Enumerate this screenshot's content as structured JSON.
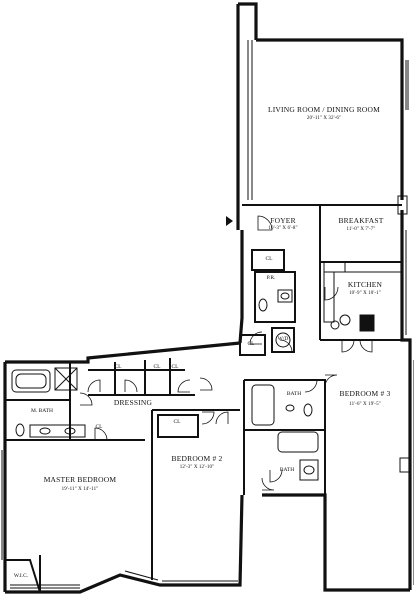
{
  "floor_plan": {
    "rooms": {
      "living_dining": {
        "name": "LIVING ROOM / DINING ROOM",
        "dims": "20'-11\" X 32'-6\""
      },
      "foyer": {
        "name": "FOYER",
        "dims": "10'-3\" X 6'-8\""
      },
      "breakfast": {
        "name": "BREAKFAST",
        "dims": "11'-0\" X 7'-7\""
      },
      "kitchen": {
        "name": "KITCHEN",
        "dims": "10'-9\" X 10'-1\""
      },
      "bedroom3": {
        "name": "BEDROOM # 3",
        "dims": "11'-6\" X 19'-5\""
      },
      "bedroom2": {
        "name": "BEDROOM # 2",
        "dims": "12'-3\" X 12'-10\""
      },
      "master": {
        "name": "MASTER BEDROOM",
        "dims": "19'-11\" X 14'-11\""
      },
      "dressing": {
        "name": "DRESSING"
      },
      "m_bath": {
        "name": "M. BATH"
      },
      "wic": {
        "name": "W.I.C."
      },
      "bath_upper": {
        "name": "BATH"
      },
      "bath_lower": {
        "name": "BATH"
      },
      "powder": {
        "name": "P.R."
      },
      "wd": {
        "name": "W/D"
      }
    },
    "closet_label": "CL"
  }
}
